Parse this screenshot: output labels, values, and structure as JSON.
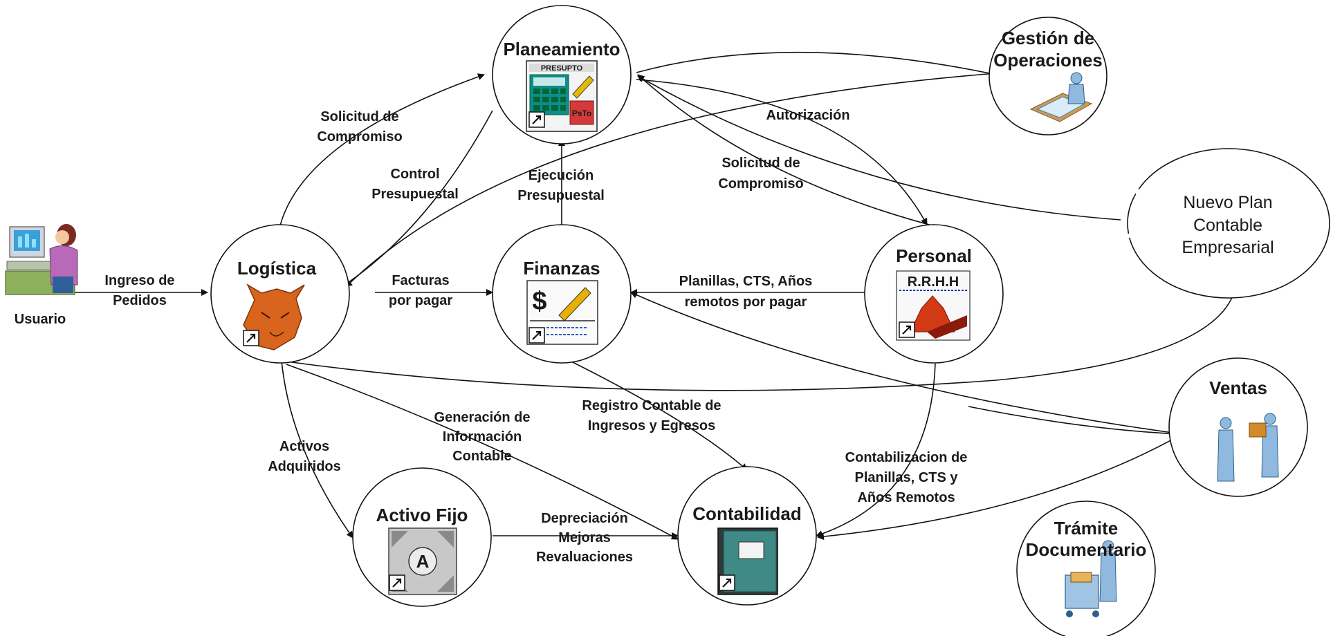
{
  "nodes": {
    "usuario": "Usuario",
    "planeamiento": "Planeamiento",
    "gestion": [
      "Gestión de",
      "Operaciones"
    ],
    "logistica": "Logística",
    "finanzas": "Finanzas",
    "personal": "Personal",
    "nuevo_plan": [
      "Nuevo Plan",
      "Contable",
      "Empresarial"
    ],
    "ventas": "Ventas",
    "activo_fijo": "Activo Fijo",
    "contabilidad": "Contabilidad",
    "tramite": [
      "Trámite",
      "Documentario"
    ]
  },
  "icons": {
    "presupuesto_title": "PRESUPTO",
    "presupuesto_badge": "PsTo",
    "rrhh_title": "R.R.H.H",
    "activo_letter": "A",
    "finanzas_symbol": "$"
  },
  "edges": {
    "ingreso_pedidos": [
      "Ingreso de",
      "Pedidos"
    ],
    "solicitud_compromiso_1": [
      "Solicitud de",
      "Compromiso"
    ],
    "control_presupuestal": [
      "Control",
      "Presupuestal"
    ],
    "ejecucion_presupuestal": [
      "Ejecución",
      "Presupuestal"
    ],
    "autorizacion": "Autorización",
    "solicitud_compromiso_2": [
      "Solicitud de",
      "Compromiso"
    ],
    "facturas": [
      "Facturas",
      "por pagar"
    ],
    "planillas": [
      "Planillas, CTS, Años",
      "remotos por pagar"
    ],
    "registro_contable": [
      "Registro Contable de",
      "Ingresos y Egresos"
    ],
    "generacion_info": [
      "Generación de",
      "Información",
      "Contable"
    ],
    "activos_adquiridos": [
      "Activos",
      "Adquiridos"
    ],
    "contabilizacion": [
      "Contabilizacion de",
      "Planillas, CTS y",
      "Años Remotos"
    ],
    "depreciacion": [
      "Depreciación",
      "Mejoras",
      "Revaluaciones"
    ]
  }
}
